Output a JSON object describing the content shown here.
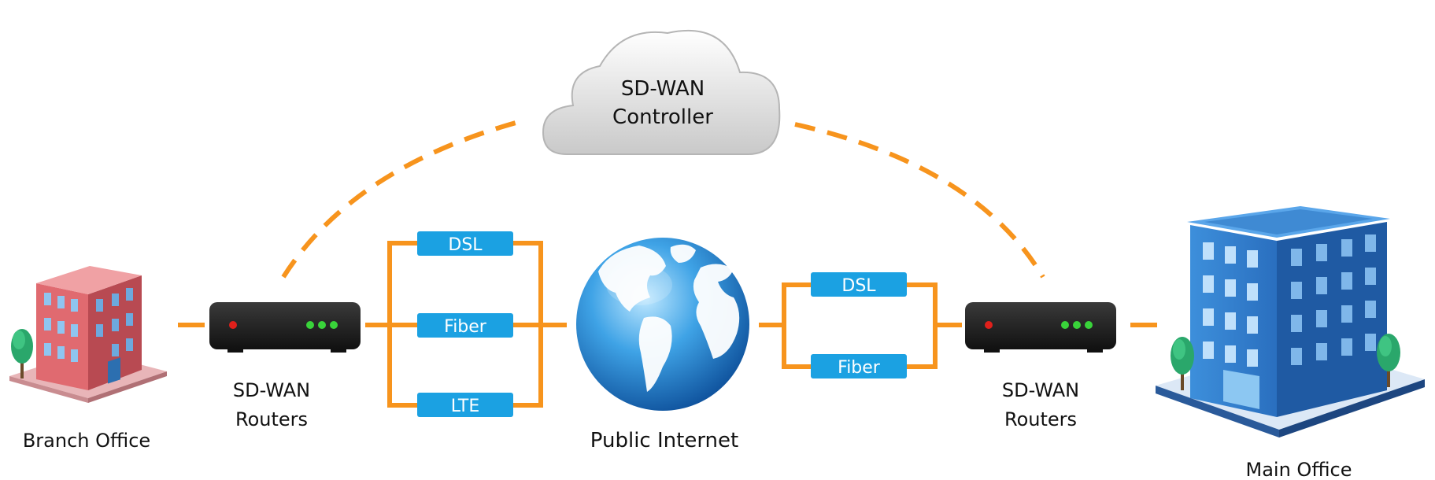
{
  "controller": {
    "label_line1": "SD-WAN",
    "label_line2": "Controller"
  },
  "branch": {
    "office_label": "Branch Office",
    "router_label_line1": "SD-WAN",
    "router_label_line2": "Routers",
    "links": [
      "DSL",
      "Fiber",
      "LTE"
    ]
  },
  "internet": {
    "label": "Public Internet"
  },
  "main": {
    "office_label": "Main Office",
    "router_label_line1": "SD-WAN",
    "router_label_line2": "Routers",
    "links": [
      "DSL",
      "Fiber"
    ]
  },
  "colors": {
    "link_orange": "#f7941d",
    "badge_blue": "#1ba1e2",
    "router_body": "#1c1c1c",
    "led_red": "#e0201b",
    "led_green": "#39d33a",
    "branch_building": "#d2585c",
    "main_building": "#2f7cc8"
  }
}
